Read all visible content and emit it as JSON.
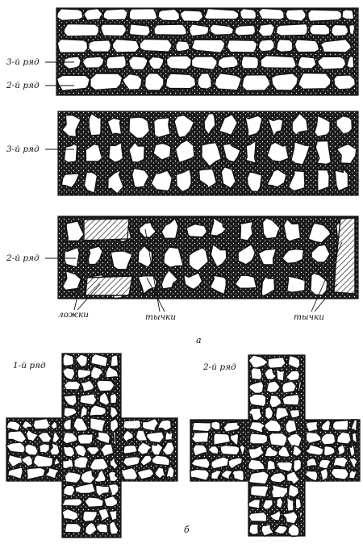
{
  "figure_a": {
    "panel_label": "а",
    "wall_row_labels": {
      "row3": "3-й ряд",
      "row2": "2-й ряд"
    },
    "section_row3_label": "3-й ряд",
    "section_row2_label": "2-й ряд",
    "callouts": {
      "stretchers": "ложки",
      "headers_mid": "тычки",
      "headers_right": "тычки"
    }
  },
  "figure_b": {
    "panel_label": "б",
    "cross_left_label": "1-й ряд",
    "cross_right_label": "2-й ряд"
  },
  "colors": {
    "mortar": "#1b1b1b",
    "stone": "#ffffff",
    "ink": "#111111"
  }
}
